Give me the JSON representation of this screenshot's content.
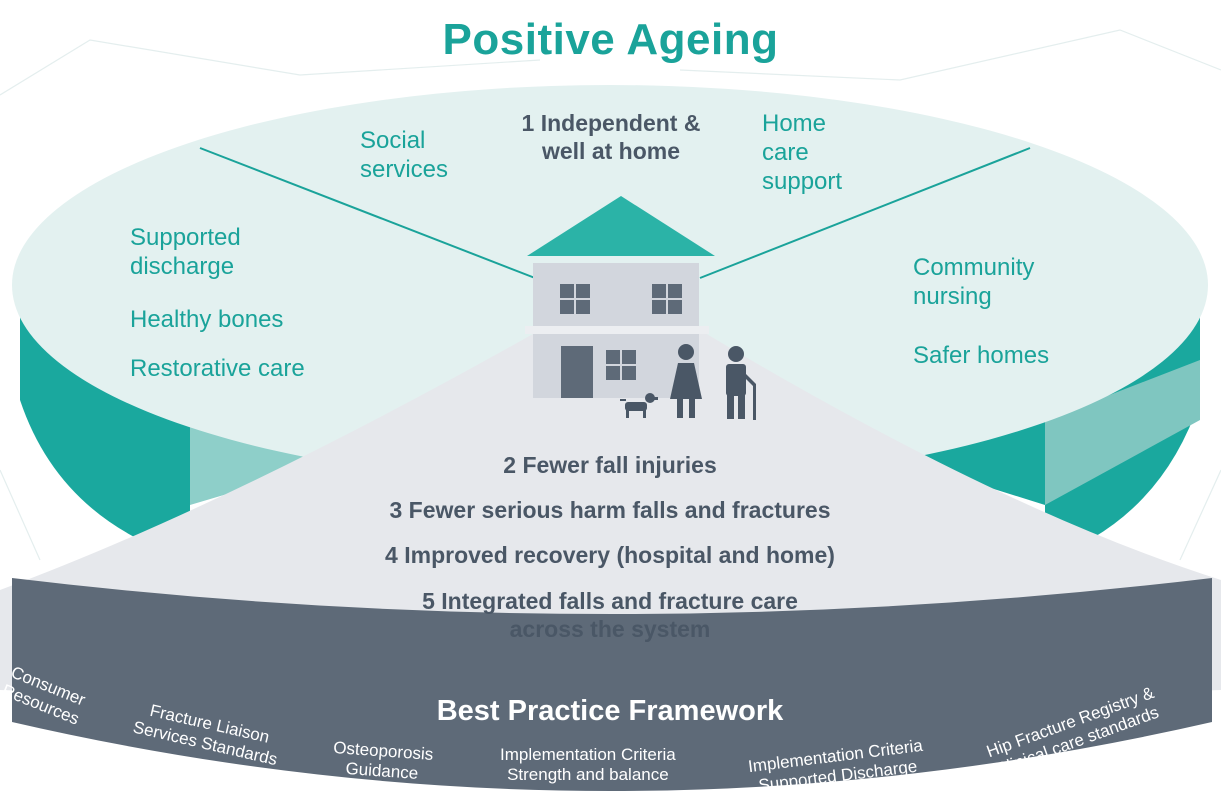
{
  "title": "Positive Ageing",
  "disc": {
    "top_center_goal": [
      "1 Independent &",
      "well at home"
    ],
    "left_items": {
      "social_services": [
        "Social",
        "services"
      ],
      "supported_discharge": [
        "Supported",
        "discharge"
      ],
      "healthy_bones": "Healthy bones",
      "restorative_care": "Restorative care"
    },
    "right_items": {
      "home_care_support": [
        "Home",
        "care",
        "support"
      ],
      "community_nursing": [
        "Community",
        "nursing"
      ],
      "safer_homes": "Safer homes"
    }
  },
  "goals": [
    "2 Fewer fall injuries",
    "3 Fewer serious harm falls and fractures",
    "4 Improved recovery (hospital and home)",
    [
      "5 Integrated falls and fracture care",
      "across the system"
    ]
  ],
  "framework": {
    "title": "Best Practice Framework",
    "items": [
      [
        "Consumer",
        "Resources"
      ],
      [
        "Fracture Liaison",
        "Services Standards"
      ],
      [
        "Osteoporosis",
        "Guidance"
      ],
      [
        "Implementation Criteria",
        "Strength and balance"
      ],
      [
        "Implementation Criteria",
        "Supported Discharge"
      ],
      [
        "Hip Fracture Registry &",
        "Clinical care standards"
      ]
    ]
  },
  "colors": {
    "accent_teal": "#1aa39a",
    "disc_top": "#e3f1f0",
    "wedge": "#e6e8ec",
    "band": "#5e6a78",
    "house_wall": "#d2d6dd",
    "dark_text": "#4a5766"
  },
  "icons": [
    "house-icon",
    "dog-icon",
    "woman-icon",
    "elderly-man-with-cane-icon"
  ]
}
